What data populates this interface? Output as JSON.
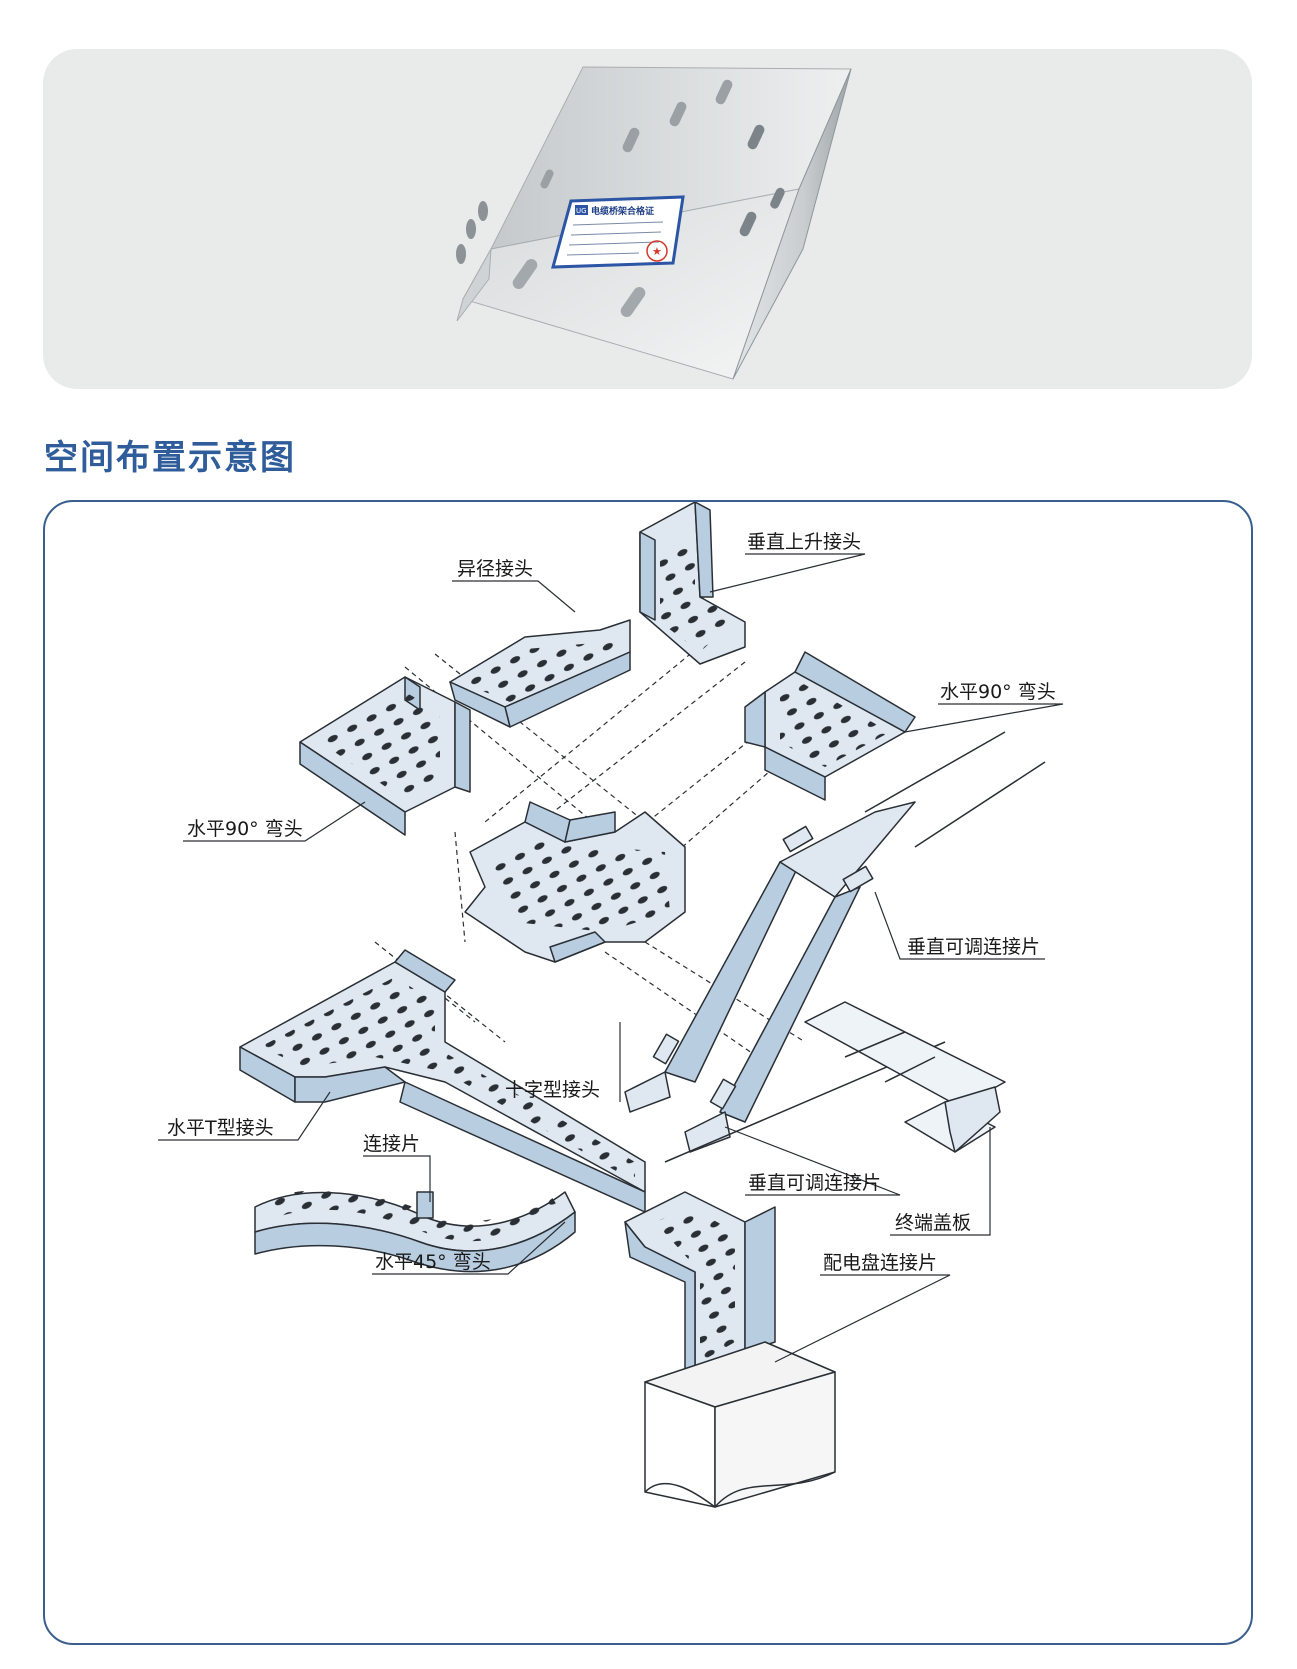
{
  "product_label": {
    "logo_text": "UG",
    "title": "电缆桥架合格证"
  },
  "section_title": "空间布置示意图",
  "colors": {
    "title_blue": "#2f5d9b",
    "frame_border": "#3a5f8f",
    "panel_bg": "#e9ebea",
    "tray_fill": "#dfe8f1",
    "tray_side": "#b9cde1"
  },
  "callouts": [
    {
      "id": "reducer",
      "text": "异径接头"
    },
    {
      "id": "vertical-riser",
      "text": "垂直上升接头"
    },
    {
      "id": "elbow-90-right",
      "text": "水平90° 弯头"
    },
    {
      "id": "elbow-90-left",
      "text": "水平90° 弯头"
    },
    {
      "id": "adjustable-plate-upper",
      "text": "垂直可调连接片"
    },
    {
      "id": "cross-joint",
      "text": "十字型接头"
    },
    {
      "id": "tee-joint",
      "text": "水平T型接头"
    },
    {
      "id": "connector-plate",
      "text": "连接片"
    },
    {
      "id": "adjustable-plate-lower",
      "text": "垂直可调连接片"
    },
    {
      "id": "end-cover",
      "text": "终端盖板"
    },
    {
      "id": "elbow-45",
      "text": "水平45° 弯头"
    },
    {
      "id": "panel-connector",
      "text": "配电盘连接片"
    }
  ]
}
